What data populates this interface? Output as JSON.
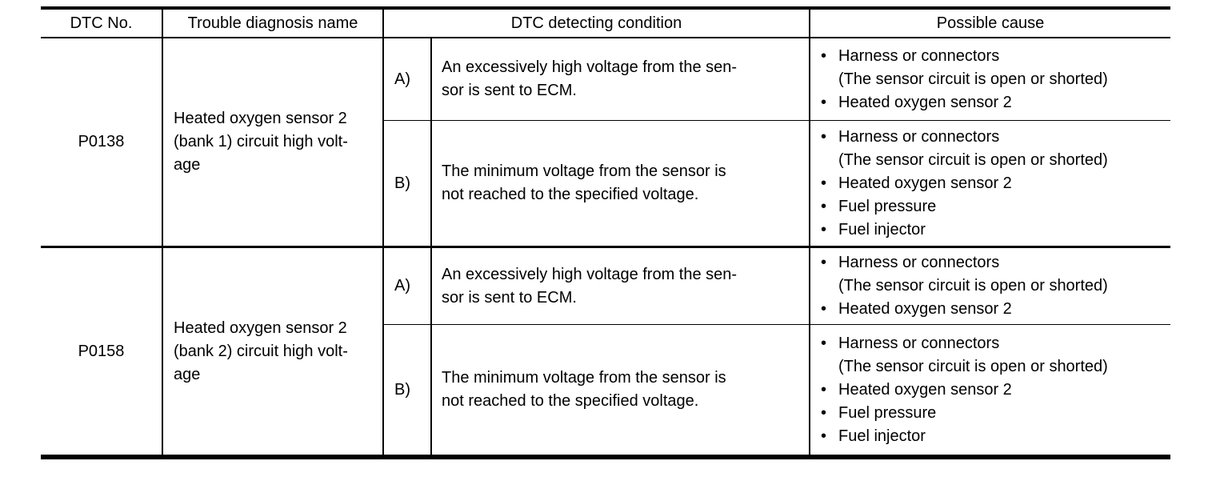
{
  "table": {
    "bullet": "•",
    "colors": {
      "background": "#ffffff",
      "border": "#000000",
      "text": "#000000"
    },
    "headers": {
      "dtc_no": "DTC No.",
      "trouble_diagnosis_name": "Trouble diagnosis name",
      "dtc_detecting_condition": "DTC detecting condition",
      "possible_cause": "Possible cause"
    },
    "rows": [
      {
        "dtc_no": "P0138",
        "name": "Heated oxygen sensor 2\n(bank 1) circuit high volt-\nage",
        "conditions": [
          {
            "label": "A)",
            "text": "An excessively high voltage from the sen-\nsor is sent to ECM.",
            "causes": [
              "Harness or connectors\n(The sensor circuit is open or shorted)",
              "Heated oxygen sensor 2"
            ]
          },
          {
            "label": "B)",
            "text": "The minimum voltage from the sensor is\nnot reached to the specified voltage.",
            "causes": [
              "Harness or connectors\n(The sensor circuit is open or shorted)",
              "Heated oxygen sensor 2",
              "Fuel pressure",
              "Fuel injector"
            ]
          }
        ]
      },
      {
        "dtc_no": "P0158",
        "name": "Heated oxygen sensor 2\n(bank 2) circuit high volt-\nage",
        "conditions": [
          {
            "label": "A)",
            "text": "An excessively high voltage from the sen-\nsor is sent to ECM.",
            "causes": [
              "Harness or connectors\n(The sensor circuit is open or shorted)",
              "Heated oxygen sensor 2"
            ]
          },
          {
            "label": "B)",
            "text": "The minimum voltage from the sensor is\nnot reached to the specified voltage.",
            "causes": [
              "Harness or connectors\n(The sensor circuit is open or shorted)",
              "Heated oxygen sensor 2",
              "Fuel pressure",
              "Fuel injector"
            ]
          }
        ]
      }
    ]
  }
}
